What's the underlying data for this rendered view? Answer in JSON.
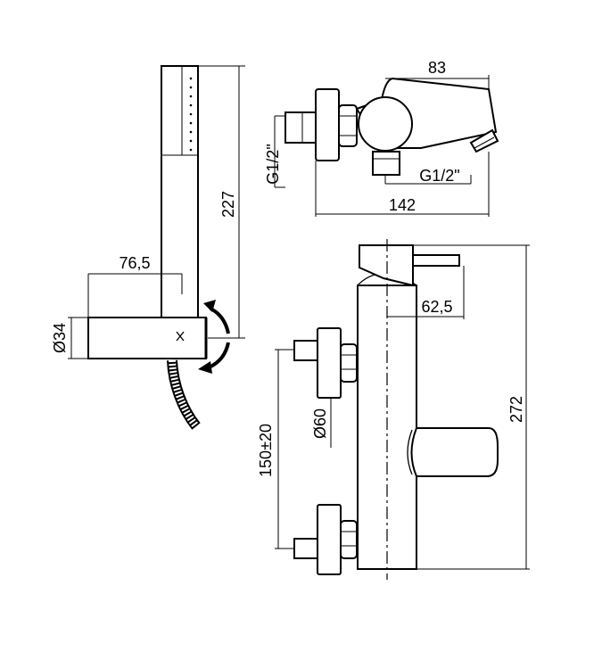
{
  "dimensions": {
    "hand_shower_height": "227",
    "holder_projection": "76,5",
    "holder_diameter": "Ø34",
    "spout_length": "83",
    "inlet_thread": "G1/2\"",
    "outlet_thread": "G1/2\"",
    "body_width": "142",
    "handle_offset": "62,5",
    "escutcheon_diameter": "Ø60",
    "inlet_spacing": "150±20",
    "total_height": "272"
  }
}
